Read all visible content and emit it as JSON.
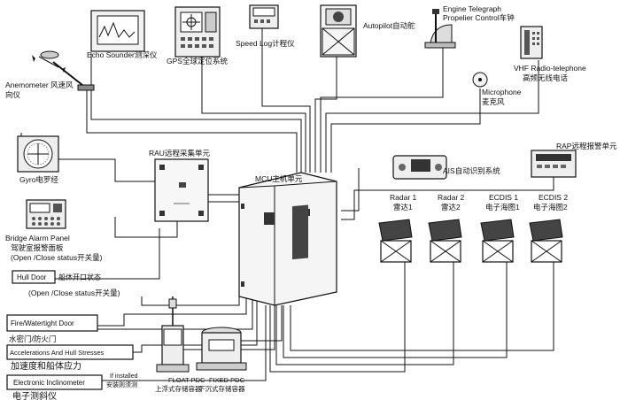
{
  "devices": {
    "echo_sounder": "Echo Sounder测深仪",
    "gps": "GPS全球定位系统",
    "speed_log": "Speed Log计程仪",
    "autopilot": "Autopilot自动舵",
    "telegraph_line1": "Engine Telegraph",
    "telegraph_line2": "Propelier Control车钟",
    "vhf_line1": "VHF Radio-telephone",
    "vhf_line2": "高频无线电话",
    "microphone_line1": "Microphone",
    "microphone_line2": "麦克风",
    "anemometer_line1": "Anemometer 风速风",
    "anemometer_line2": "向仪",
    "gyro": "Gyro电罗经",
    "rau": "RAU远程采集单元",
    "mcu": "MCU主机单元",
    "ais": "AIS自动识别系统",
    "rap": "RAP远程报警单元",
    "bridge_alarm_line1": "Bridge Alarm Panel",
    "bridge_alarm_line2": "驾驶室报警面板",
    "status_label_1": "(Open /Close status开关量)",
    "hull_door": "Hull Door",
    "hull_door_cn": "船体开口状态",
    "status_label_2": "(Open /Close status开关量)",
    "fire_door": "Fire/Watertight Door",
    "fire_door_cn": "水密门/防火门",
    "accel": "Accelerations And Hull Stresses",
    "accel_cn": "加速度和船体应力",
    "inclinometer": "Electronic Inclinometer",
    "inclinometer_cn": "电子测斜仪",
    "if_installed_line1": "If installed",
    "if_installed_line2": "安装则须测",
    "float_pdc_line1": "FLOAT PDC",
    "float_pdc_line2": "上浮式存储容器",
    "fixed_pdc_line1": "FIXED PDC",
    "fixed_pdc_line2": "下沉式存储容器"
  },
  "displays": [
    {
      "name": "Radar 1",
      "cn": "雷达1"
    },
    {
      "name": "Radar 2",
      "cn": "雷达2"
    },
    {
      "name": "ECDIS 1",
      "cn": "电子海图1"
    },
    {
      "name": "ECDIS 2",
      "cn": "电子海图2"
    }
  ]
}
